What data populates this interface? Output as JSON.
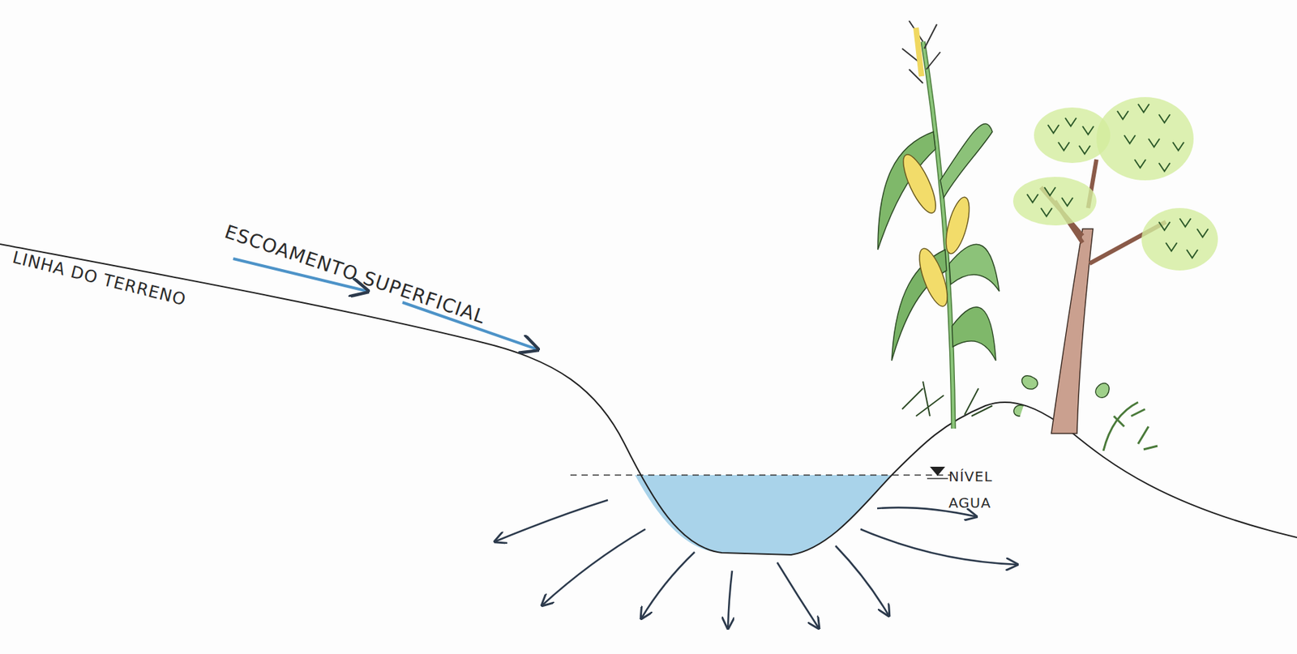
{
  "diagram": {
    "labels": [
      "ESCOAMENTO SUPERFICIAL",
      "LINHA DO TERRENO",
      "NÍVEL AGUA"
    ]
  }
}
